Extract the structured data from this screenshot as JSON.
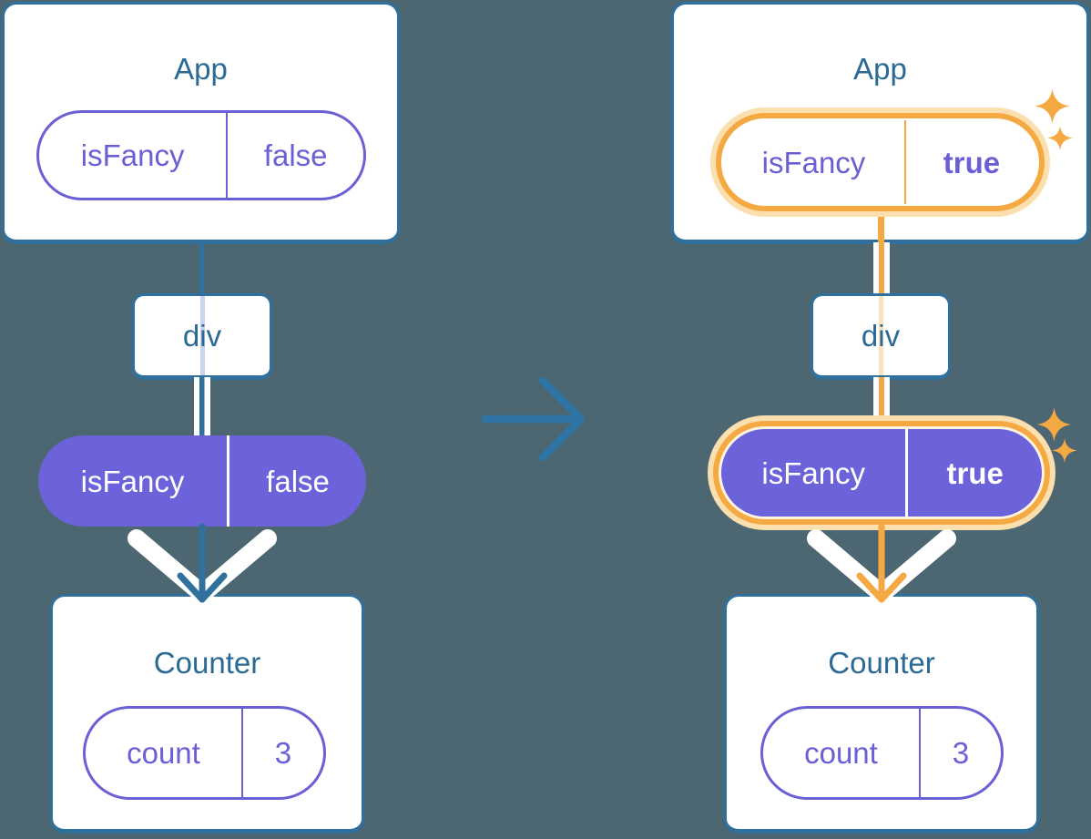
{
  "theme": {
    "bg": "#4C6672",
    "line": "#2F709C",
    "title": "#2A6A94",
    "purple": "#6C62DA",
    "purple-ink": "#6B5FD6",
    "orange": "#F5A942",
    "orange-pale": "#FBDFAE",
    "orange-cream": "#FFF4E0",
    "orange-faint": "#FAE4C0",
    "lavender": "#C7D3F1",
    "arrow": "#2E75A6"
  },
  "trees": {
    "before": {
      "app": {
        "title": "App",
        "state": {
          "name": "isFancy",
          "value": "false"
        }
      },
      "container": {
        "title": "div"
      },
      "prop": {
        "name": "isFancy",
        "value": "false"
      },
      "counter": {
        "title": "Counter",
        "state": {
          "name": "count",
          "value": "3"
        }
      }
    },
    "after": {
      "app": {
        "title": "App",
        "state": {
          "name": "isFancy",
          "value": "true"
        }
      },
      "container": {
        "title": "div"
      },
      "prop": {
        "name": "isFancy",
        "value": "true"
      },
      "counter": {
        "title": "Counter",
        "state": {
          "name": "count",
          "value": "3"
        }
      }
    }
  },
  "icons": {
    "transition": "arrow-right-icon",
    "pass_down": "arrow-down-icon",
    "emphasis": "chevron-down-icon",
    "highlight": "sparkles-icon"
  }
}
